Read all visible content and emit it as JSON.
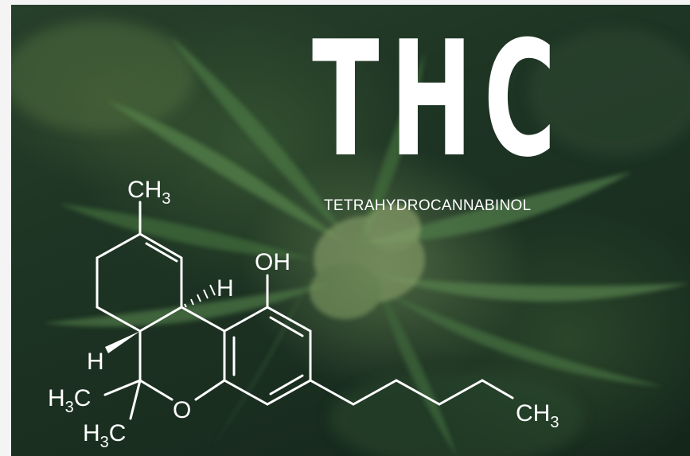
{
  "title": "THC",
  "subtitle": "TETRAHYDROCANNABINOL",
  "molecule": {
    "methyl_top": {
      "main": "CH",
      "sub": "3"
    },
    "hydroxyl": "OH",
    "h_upper": "H",
    "h_lower": "H",
    "methyl_left_1": {
      "main": "H",
      "sub": "3",
      "tail": "C"
    },
    "methyl_left_2": {
      "main": "H",
      "sub": "3",
      "tail": "C"
    },
    "oxygen": "O",
    "methyl_chain_end": {
      "main": "CH",
      "sub": "3"
    }
  },
  "colors": {
    "text": "#ffffff",
    "background_green": "#1d3323",
    "frame": "#f4f4f4"
  }
}
